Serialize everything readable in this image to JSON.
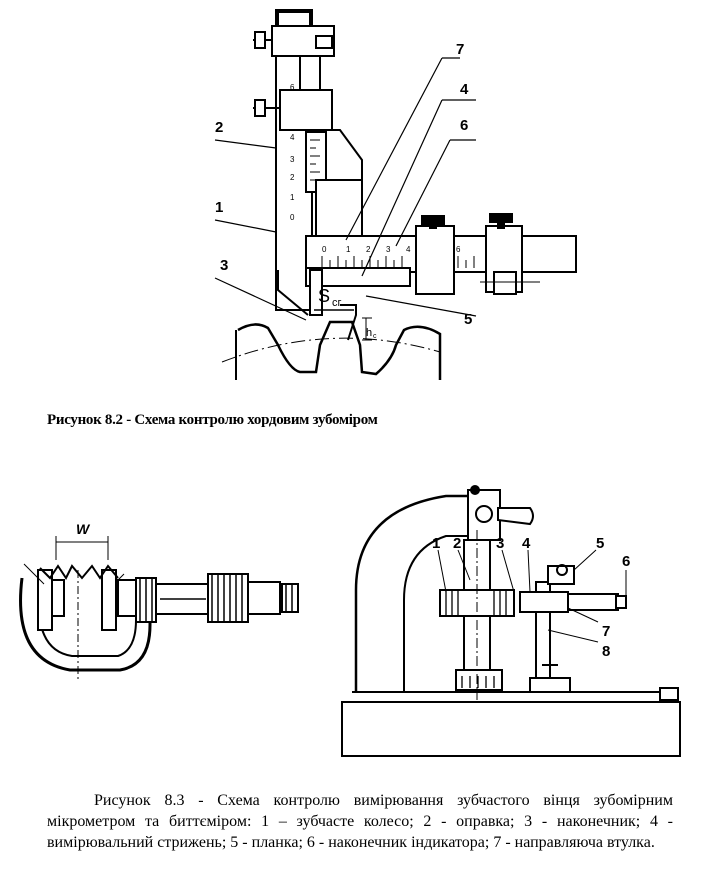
{
  "figure1": {
    "labels": [
      "1",
      "2",
      "3",
      "4",
      "5",
      "6",
      "7"
    ],
    "scale_top": [
      "0",
      "1",
      "2",
      "3",
      "4",
      "6"
    ],
    "scale_vertical": [
      "0",
      "1",
      "2",
      "3",
      "4",
      "6"
    ],
    "sc_label": "S",
    "sc_sub": "сг",
    "hc_label": "h",
    "hc_sub": "с"
  },
  "caption1": "Рисунок 8.2 - Схема контролю хордовим зубоміром",
  "figure2": {
    "w_label": "W",
    "labels": [
      "1",
      "2",
      "3",
      "4",
      "5",
      "6",
      "7",
      "8"
    ]
  },
  "caption2": "Рисунок 8.3 - Схема контролю вимірювання зубчастого вінця зубомірним мікрометром та биттєміром: 1 – зубчасте колесо; 2 - оправка; 3 - наконечник; 4 - вимірювальний стрижень; 5 - планка; 6 - наконечник індикатора; 7 - направляюча втулка."
}
